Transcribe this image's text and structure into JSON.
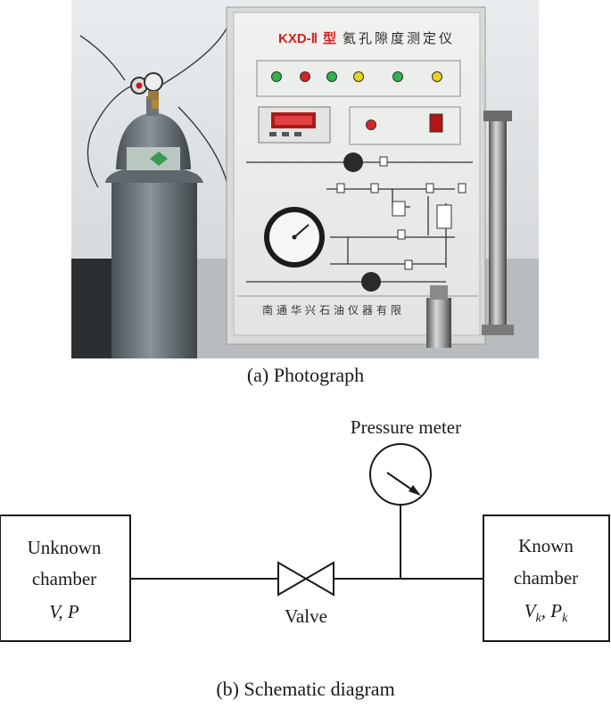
{
  "photo": {
    "panel_title_model": "KXD-Ⅱ",
    "panel_title_suffix": "型",
    "panel_title_cn": "氦孔隙度测定仪",
    "panel_footer": "南通华兴石油仪器有限",
    "caption": "(a) Photograph"
  },
  "schematic": {
    "pressure_meter_label": "Pressure meter",
    "unknown_chamber_line1": "Unknown",
    "unknown_chamber_line2": "chamber",
    "unknown_chamber_vars": "V, P",
    "valve_label": "Valve",
    "known_chamber_line1": "Known",
    "known_chamber_line2": "chamber",
    "known_V": "V",
    "known_k1": "k",
    "known_sep": ", P",
    "known_k2": "k",
    "caption": "(b) Schematic diagram"
  }
}
